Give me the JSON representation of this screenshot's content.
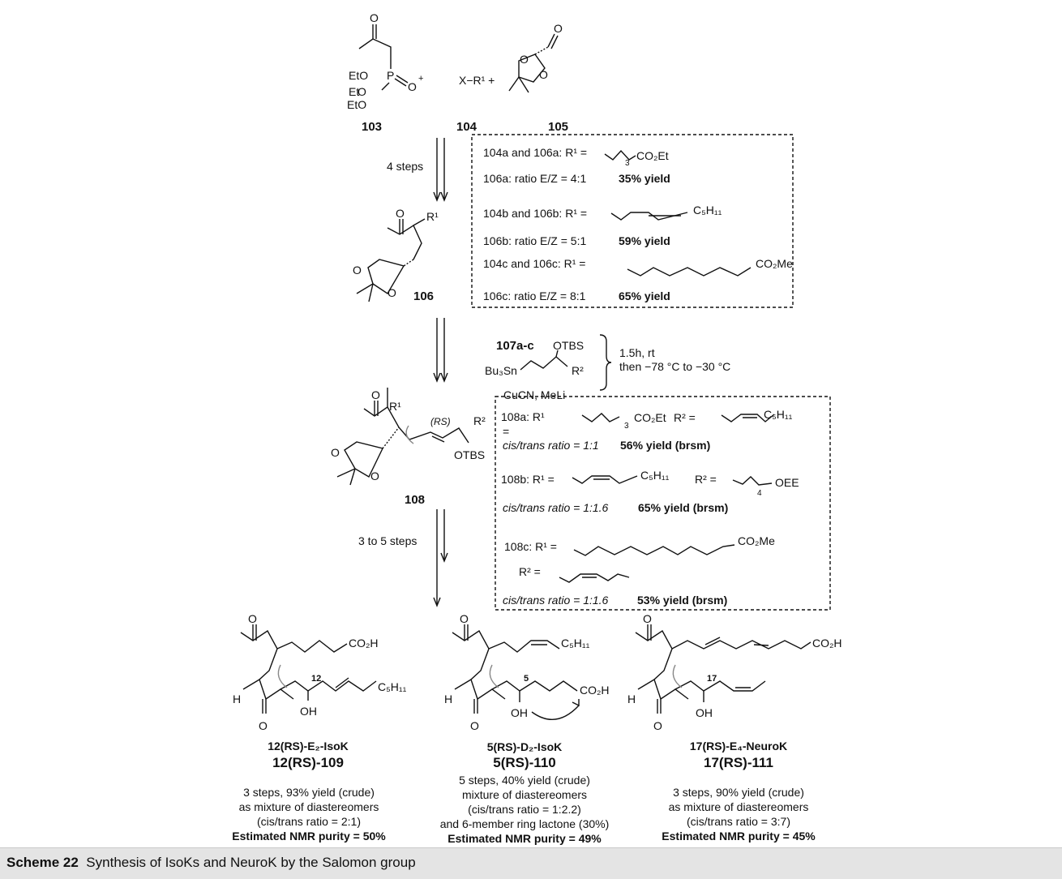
{
  "caption": {
    "label": "Scheme 22",
    "text": "Synthesis of IsoKs and NeuroK by the Salomon group"
  },
  "reagents": {
    "c103": "103",
    "c104": "104",
    "c105": "105",
    "x_r1": "X−R¹ +"
  },
  "arrows": {
    "step1": "4 steps",
    "step3": "3 to 5 steps"
  },
  "box1": {
    "r1_a": "104a and 106a: R¹ =",
    "r1_a_chain": "CO₂Et",
    "r1_a_n": "3",
    "ratio_a": "106a: ratio E/Z = 4:1",
    "yield_a": "35% yield",
    "r1_b": "104b and 106b: R¹ =",
    "r1_b_chain": "C₅H₁₁",
    "ratio_b": "106b: ratio E/Z = 5:1",
    "yield_b": "59% yield",
    "r1_c": "104c and 106c: R¹ =",
    "r1_c_chain": "CO₂Me",
    "ratio_c": "106c: ratio E/Z = 8:1",
    "yield_c": "65% yield"
  },
  "compound106": "106",
  "reagent107": {
    "label": "107a-c",
    "otbs": "OTBS",
    "tin": "Bu₃Sn",
    "r2": "R²",
    "cu": "CuCN, MeLi",
    "cond1": "1.5h, rt",
    "cond2": "then −78 °C to −30 °C"
  },
  "compound108": {
    "label": "108",
    "rs": "(RS)",
    "r1": "R¹",
    "r2": "R²",
    "otbs": "OTBS"
  },
  "box2": {
    "a_r1": "108a: R¹",
    "a_eq": "=",
    "a_chain": "CO₂Et",
    "a_n": "3",
    "a_r2": "R² =",
    "a_r2_chain": "C₅H₁₁",
    "a_ratio": "cis/trans ratio = 1:1",
    "a_yield": "56% yield (brsm)",
    "b_r1": "108b: R¹ =",
    "b_chain": "C₅H₁₁",
    "b_r2": "R² =",
    "b_r2_chain": "OEE",
    "b_n": "4",
    "b_ratio": "cis/trans ratio = 1:1.6",
    "b_yield": "65% yield (brsm)",
    "c_r1": "108c: R¹ =",
    "c_chain": "CO₂Me",
    "c_r2": "R² =",
    "c_ratio": "cis/trans ratio = 1:1.6",
    "c_yield": "53% yield (brsm)"
  },
  "products": [
    {
      "name": "12(RS)-E₂-IsoK",
      "code": "12(RS)-109",
      "pos": "12",
      "acid": "CO₂H",
      "chain": "C₅H₁₁",
      "notes": [
        "3 steps, 93% yield (crude)",
        "as mixture of diastereomers",
        "(cis/trans ratio = 2:1)"
      ],
      "purity": "Estimated NMR purity = 50%"
    },
    {
      "name": "5(RS)-D₂-IsoK",
      "code": "5(RS)-110",
      "pos": "5",
      "acid": "CO₂H",
      "chain": "C₅H₁₁",
      "notes": [
        "5 steps, 40% yield (crude)",
        "mixture of diastereomers",
        "(cis/trans ratio = 1:2.2)",
        "and 6-member ring lactone (30%)"
      ],
      "purity": "Estimated NMR purity = 49%"
    },
    {
      "name": "17(RS)-E₄-NeuroK",
      "code": "17(RS)-111",
      "pos": "17",
      "acid": "CO₂H",
      "notes": [
        "3 steps, 90% yield (crude)",
        "as mixture of diastereomers",
        "(cis/trans ratio = 3:7)"
      ],
      "purity": "Estimated NMR purity = 45%"
    }
  ],
  "atoms": {
    "O": "O",
    "H": "H",
    "OH": "OH",
    "EtO": "EtO",
    "P": "P",
    "plus": "+"
  }
}
